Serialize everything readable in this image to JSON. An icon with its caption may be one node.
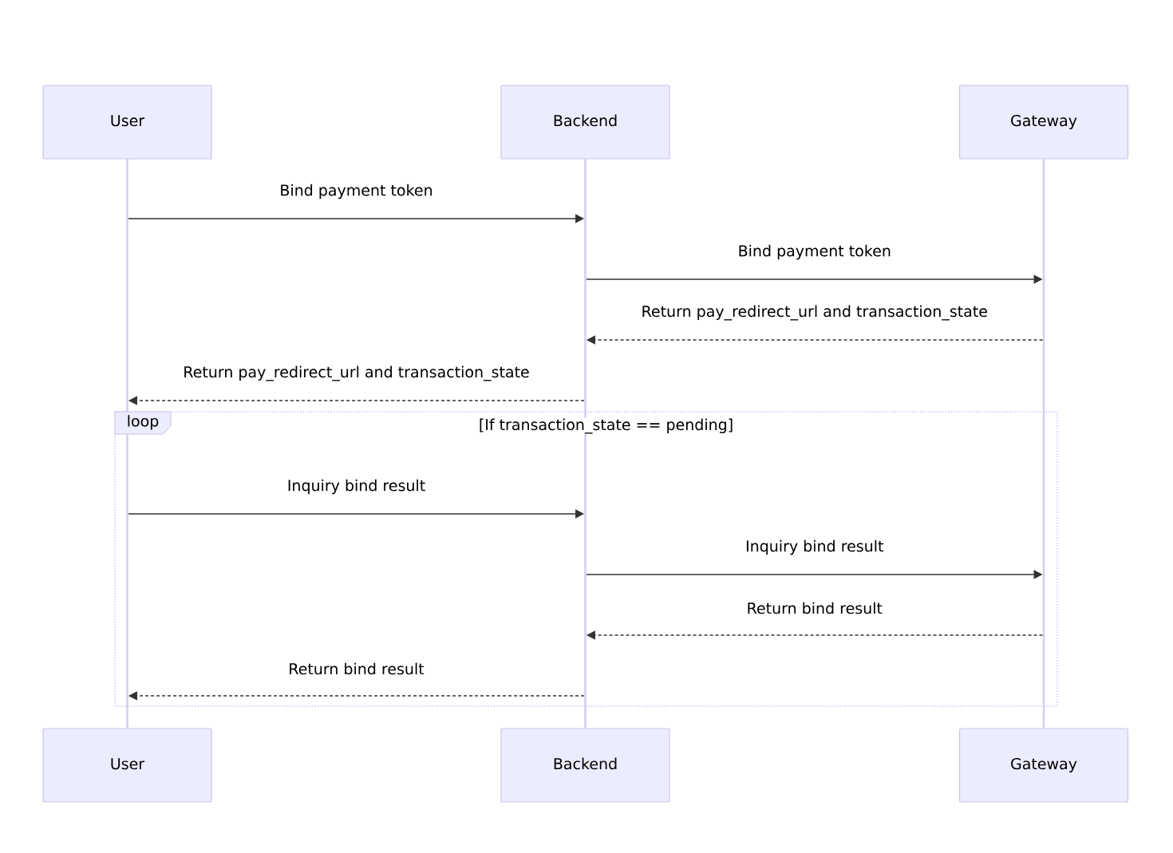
{
  "diagram": {
    "nodes": [
      {
        "text": [
          "User"
        ]
      },
      {
        "text": [
          "Backend"
        ]
      },
      {
        "text": [
          "Gateway"
        ]
      },
      {
        "text": [
          "User"
        ]
      },
      {
        "text": [
          "Backend"
        ]
      },
      {
        "text": [
          "Gateway"
        ]
      },
      {
        "text": [],
        "shape": "bar"
      },
      {
        "text": [],
        "shape": "bar"
      },
      {
        "text": [],
        "shape": "bar"
      }
    ],
    "labels": [
      "loop",
      "[If transaction_state == pending]"
    ],
    "edges": [
      {
        "from": 6,
        "to": 7,
        "arrow": "to",
        "label": "Bind payment token"
      },
      {
        "from": 7,
        "to": 8,
        "arrow": "to",
        "label": "Bind payment token"
      },
      {
        "from": 8,
        "to": 7,
        "arrow": "to",
        "style": "dashed",
        "label": "Return pay_redirect_url and transaction_state"
      },
      {
        "from": 7,
        "to": 6,
        "arrow": "to",
        "style": "dashed",
        "label": "Return pay_redirect_url and transaction_state"
      },
      {
        "from": 6,
        "to": 7,
        "arrow": "to",
        "label": "Inquiry bind result"
      },
      {
        "from": 7,
        "to": 8,
        "arrow": "to",
        "label": "Inquiry bind result"
      },
      {
        "from": 8,
        "to": 7,
        "arrow": "to",
        "style": "dashed",
        "label": "Return bind result"
      },
      {
        "from": 7,
        "to": 6,
        "arrow": "to",
        "style": "dashed",
        "label": "Return bind result"
      }
    ]
  }
}
